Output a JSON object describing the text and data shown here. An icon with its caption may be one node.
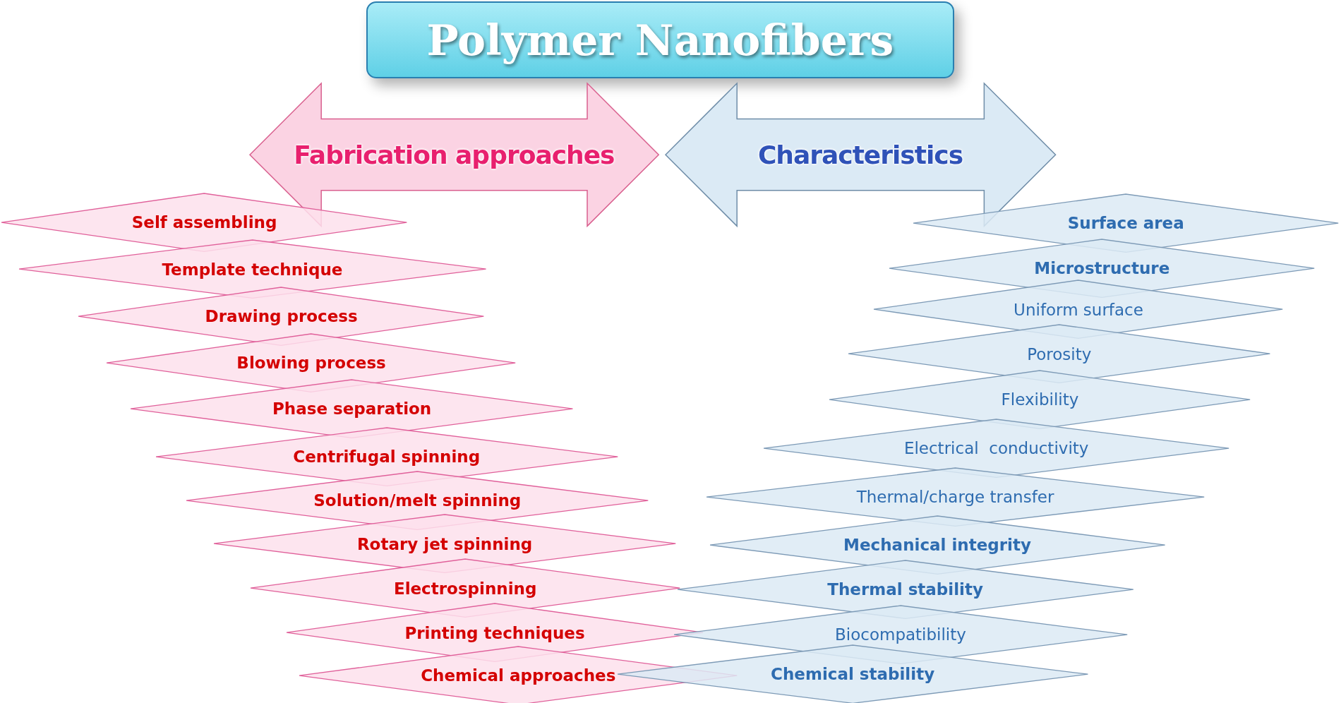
{
  "diagram": {
    "nodes": [
      {
        "text": [
          "Polymer Nanofibers"
        ]
      },
      {
        "text": [
          "Fabrication approaches"
        ]
      },
      {
        "text": [
          "Characteristics"
        ]
      },
      {
        "text": [
          "Self assembling"
        ]
      },
      {
        "text": [
          "Template technique"
        ]
      },
      {
        "text": [
          "Drawing process"
        ]
      },
      {
        "text": [
          "Blowing process"
        ]
      },
      {
        "text": [
          "Phase separation"
        ]
      },
      {
        "text": [
          "Centrifugal spinning"
        ]
      },
      {
        "text": [
          "Solution/melt spinning"
        ]
      },
      {
        "text": [
          "Rotary jet spinning"
        ]
      },
      {
        "text": [
          "Electrospinning"
        ]
      },
      {
        "text": [
          "Printing techniques"
        ]
      },
      {
        "text": [
          "Chemical approaches"
        ]
      },
      {
        "text": [
          "Surface area"
        ]
      },
      {
        "text": [
          "Microstructure"
        ]
      },
      {
        "text": [
          "Uniform surface"
        ]
      },
      {
        "text": [
          "Porosity"
        ]
      },
      {
        "text": [
          "Flexibility"
        ]
      },
      {
        "text": [
          "Electrical  conductivity"
        ]
      },
      {
        "text": [
          "Thermal/charge transfer"
        ]
      },
      {
        "text": [
          "Mechanical integrity"
        ]
      },
      {
        "text": [
          "Thermal stability"
        ]
      },
      {
        "text": [
          "Biocompatibility"
        ]
      },
      {
        "text": [
          "Chemical stability"
        ]
      }
    ]
  }
}
